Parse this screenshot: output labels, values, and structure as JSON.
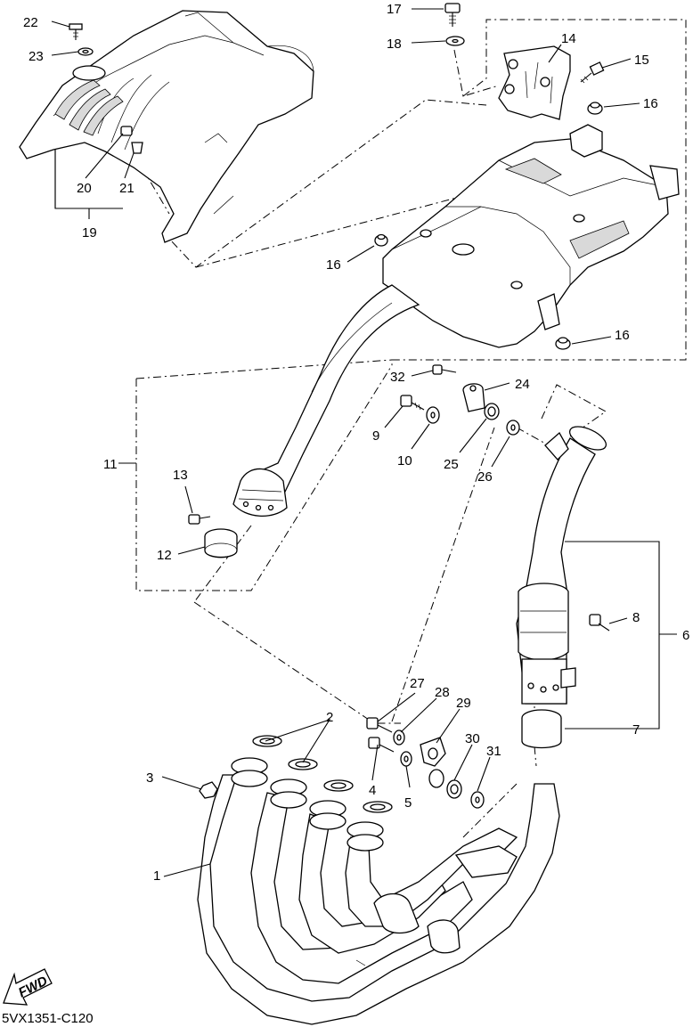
{
  "diagram": {
    "code": "5VX1351-C120",
    "fwd_label": "FWD",
    "callouts": {
      "c1": "1",
      "c2": "2",
      "c3": "3",
      "c4": "4",
      "c5": "5",
      "c6": "6",
      "c7": "7",
      "c8": "8",
      "c9": "9",
      "c10": "10",
      "c11": "11",
      "c12": "12",
      "c13": "13",
      "c14": "14",
      "c15": "15",
      "c16a": "16",
      "c16b": "16",
      "c16c": "16",
      "c17": "17",
      "c18": "18",
      "c19": "19",
      "c20": "20",
      "c21": "21",
      "c22": "22",
      "c23": "23",
      "c24": "24",
      "c25": "25",
      "c26": "26",
      "c27": "27",
      "c28": "28",
      "c29": "29",
      "c30": "30",
      "c31": "31",
      "c32": "32"
    }
  }
}
